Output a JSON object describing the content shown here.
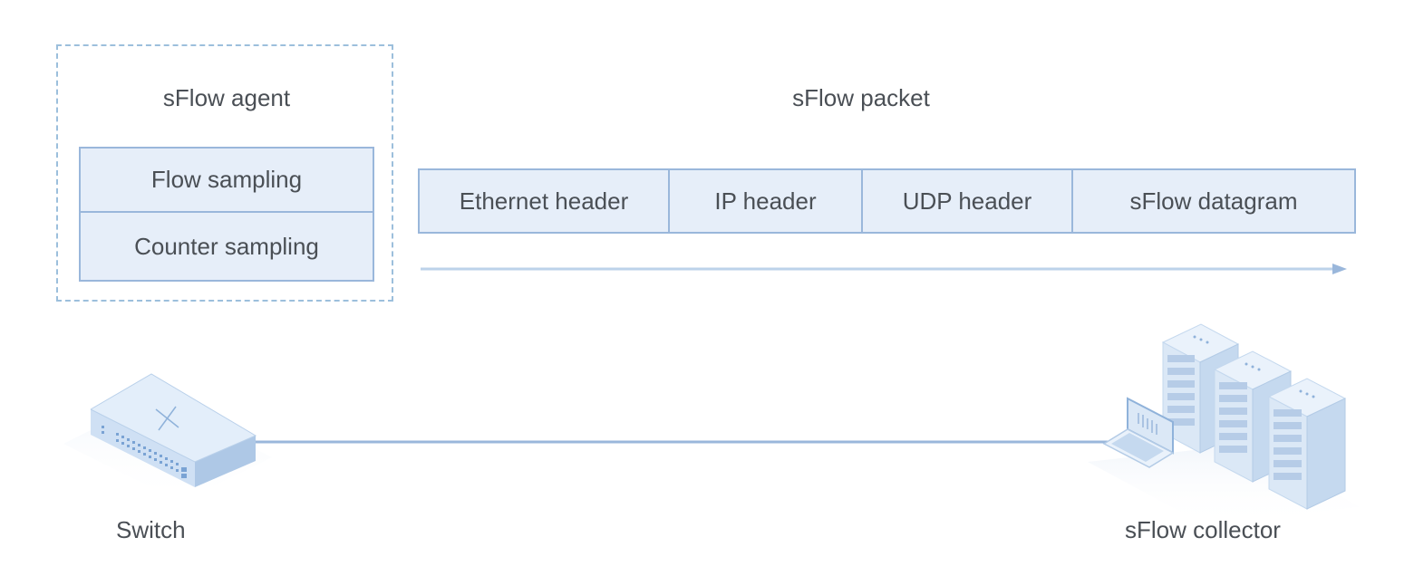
{
  "agent": {
    "title": "sFlow agent",
    "rows": [
      "Flow sampling",
      "Counter sampling"
    ]
  },
  "packet": {
    "title": "sFlow packet",
    "cells": [
      "Ethernet header",
      "IP header",
      "UDP header",
      "sFlow datagram"
    ]
  },
  "devices": {
    "switch_label": "Switch",
    "collector_label": "sFlow collector"
  },
  "colors": {
    "accent": "#9ab7db",
    "fill": "#e6eef9",
    "text": "#4a4f55"
  }
}
